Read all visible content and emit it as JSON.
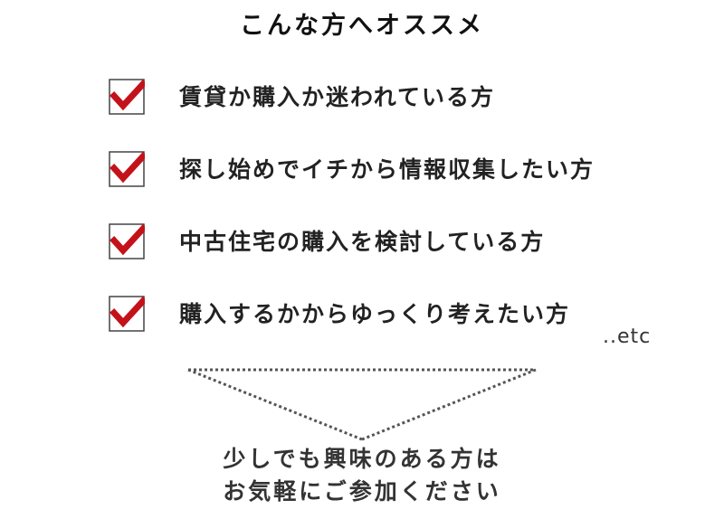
{
  "header": {
    "title": "こんな方へオススメ"
  },
  "checklist": {
    "items": [
      {
        "label": "賃貸か購入か迷われている方"
      },
      {
        "label": "探し始めでイチから情報収集したい方"
      },
      {
        "label": "中古住宅の購入を検討している方"
      },
      {
        "label": "購入するかからゆっくり考えたい方"
      }
    ],
    "etc": "..etc"
  },
  "cta": {
    "line1": "少しでも興味のある方は",
    "line2": "お気軽にご参加ください"
  },
  "colors": {
    "check": "#c4121a",
    "text": "#222222",
    "dots": "#555555"
  },
  "icons": {
    "checkbox": "checkbox-checked-icon",
    "arrow": "funnel-down-arrow-icon"
  }
}
